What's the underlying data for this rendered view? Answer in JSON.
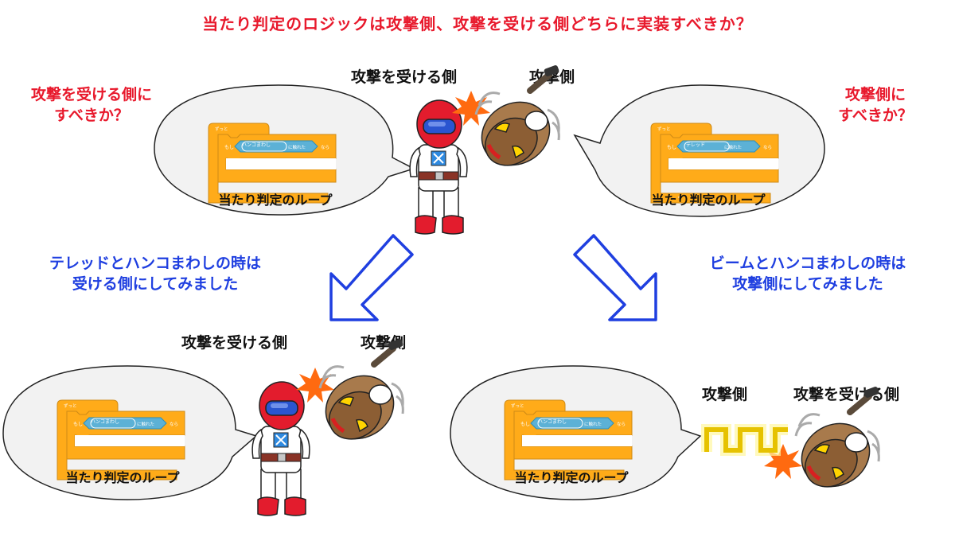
{
  "title": "当たり判定のロジックは攻撃側、攻撃を受ける側どちらに実装すべきか？",
  "top_left_question": [
    "攻撃を受ける側に",
    "すべきか？"
  ],
  "top_right_question": [
    "攻撃側に",
    "すべきか？"
  ],
  "top_labels": {
    "receiver": "攻撃を受ける側",
    "attacker": "攻撃側"
  },
  "left_note": [
    "テレッドとハンコまわしの時は",
    "受ける側にしてみました"
  ],
  "right_note": [
    "ビームとハンコまわしの時は",
    "攻撃側にしてみました"
  ],
  "bottom_left_labels": {
    "receiver": "攻撃を受ける側",
    "attacker": "攻撃側"
  },
  "bottom_right_labels": {
    "attacker": "攻撃側",
    "receiver": "攻撃を受ける側"
  },
  "loop_label": "当たり判定のループ",
  "blocks": {
    "forever": "ずっと",
    "if": "もし",
    "then": "なら",
    "touching": "に触れた",
    "sprite_hanko": "ハンコまわし",
    "sprite_tereddo": "テレッド"
  },
  "colors": {
    "title": "#e8192c",
    "note": "#1f3fe0",
    "block_orange": "#ffab19",
    "block_blue": "#5cb1d6",
    "arrow": "#1f3fe0"
  }
}
